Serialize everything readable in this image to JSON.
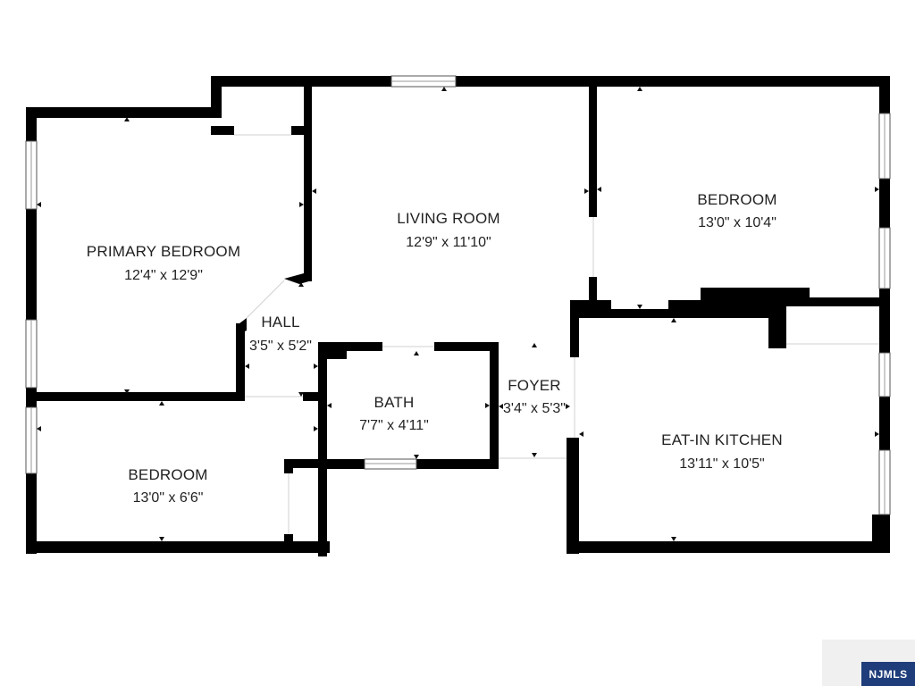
{
  "rooms": {
    "primary_bedroom": {
      "name": "PRIMARY BEDROOM",
      "dims": "12'4\" x 12'9\""
    },
    "living_room": {
      "name": "LIVING ROOM",
      "dims": "12'9\" x 11'10\""
    },
    "bedroom_right": {
      "name": "BEDROOM",
      "dims": "13'0\" x 10'4\""
    },
    "hall": {
      "name": "HALL",
      "dims": "3'5\" x 5'2\""
    },
    "bath": {
      "name": "BATH",
      "dims": "7'7\" x 4'11\""
    },
    "foyer": {
      "name": "FOYER",
      "dims": "3'4\" x 5'3\""
    },
    "eat_in_kitchen": {
      "name": "EAT-IN KITCHEN",
      "dims": "13'11\" x 10'5\""
    },
    "bedroom_left": {
      "name": "BEDROOM",
      "dims": "13'0\" x 6'6\""
    }
  },
  "watermark": {
    "text": "NJMLS"
  },
  "colors": {
    "wall": "#000000",
    "background": "#ffffff",
    "text": "#222222"
  }
}
